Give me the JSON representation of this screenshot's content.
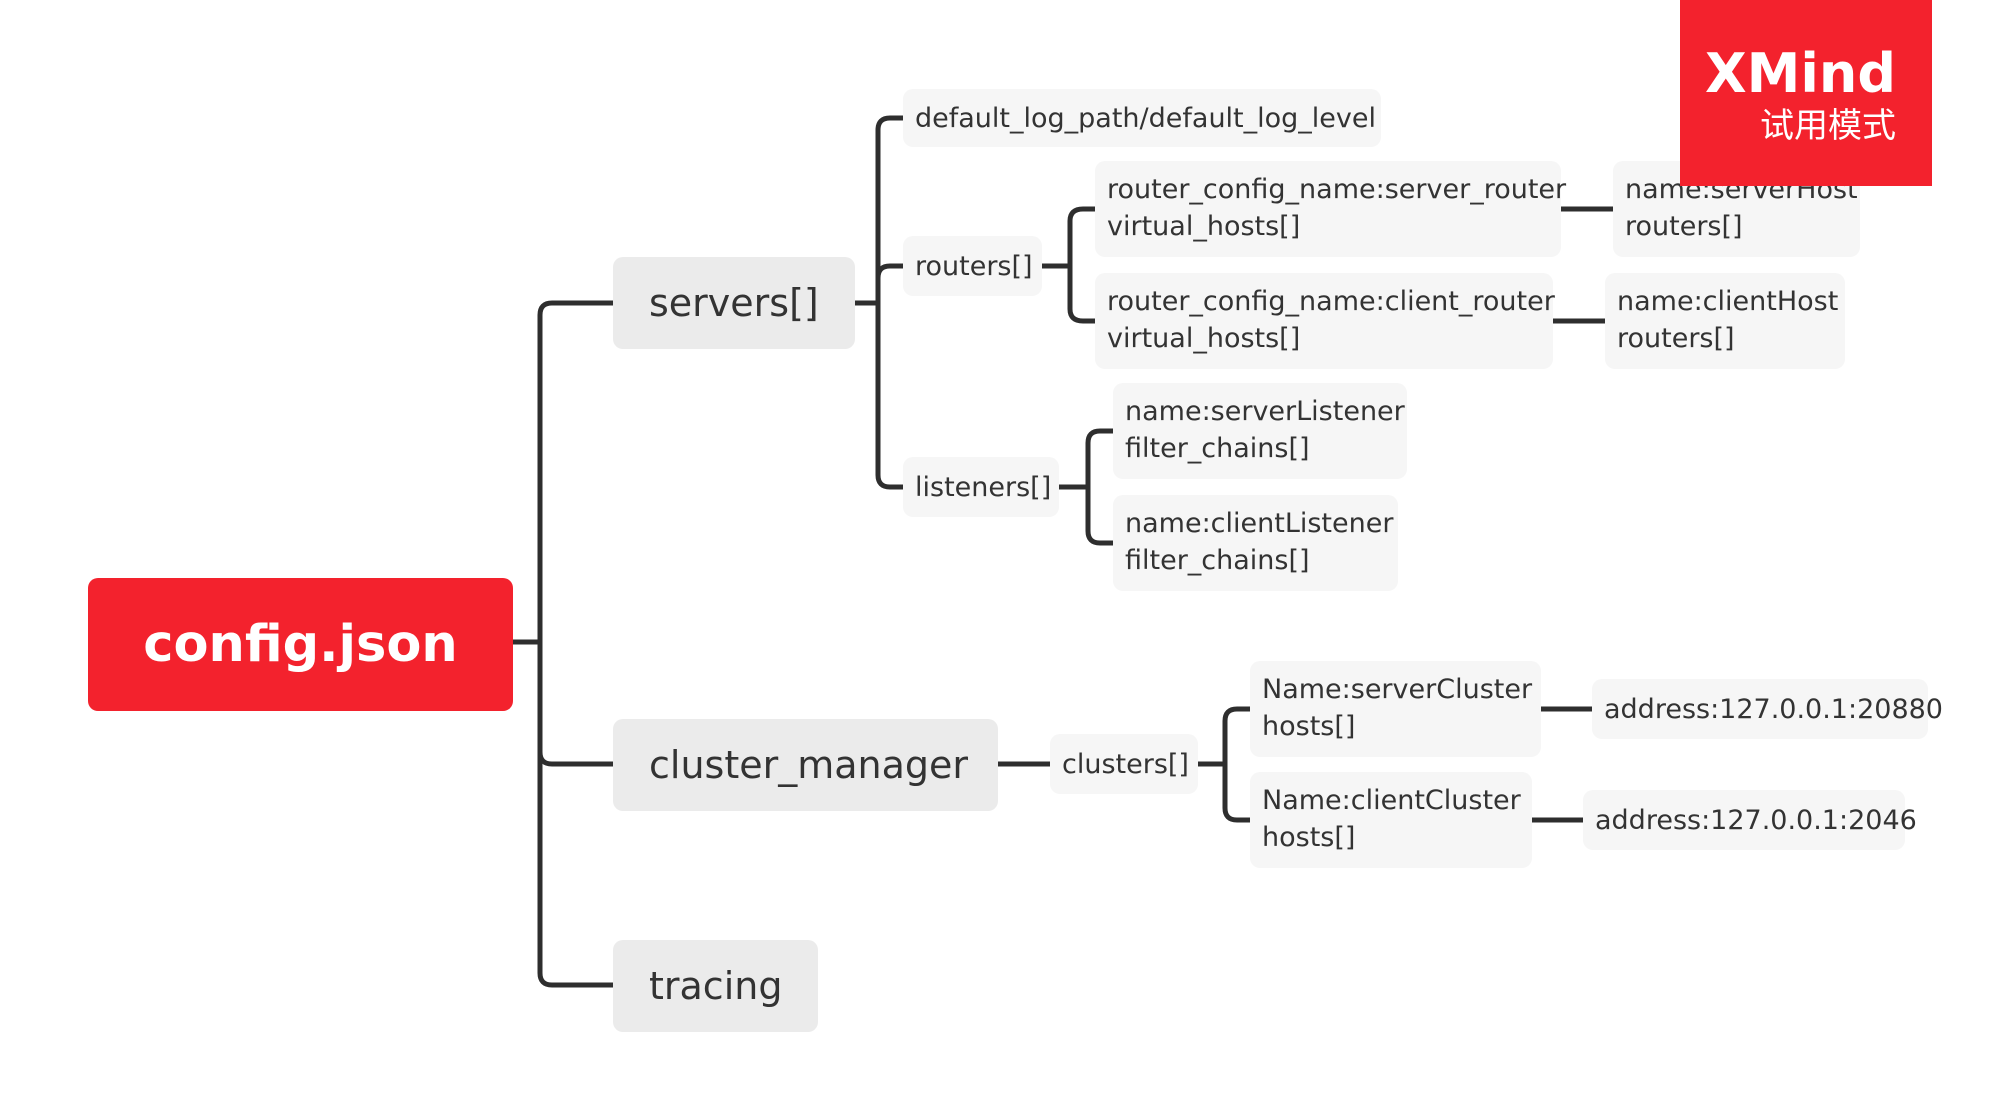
{
  "root": {
    "label": "config.json"
  },
  "servers": {
    "label": "servers[]",
    "default_log": "default_log_path/default_log_level",
    "routers": {
      "label": "routers[]",
      "server_router": {
        "line1": "router_config_name:server_router",
        "line2": "virtual_hosts[]"
      },
      "server_host": {
        "line1": "name:serverHost",
        "line2": "routers[]"
      },
      "client_router": {
        "line1": "router_config_name:client_router",
        "line2": "virtual_hosts[]"
      },
      "client_host": {
        "line1": "name:clientHost",
        "line2": "routers[]"
      }
    },
    "listeners": {
      "label": "listeners[]",
      "server_listener": {
        "line1": "name:serverListener",
        "line2": "filter_chains[]"
      },
      "client_listener": {
        "line1": "name:clientListener",
        "line2": "filter_chains[]"
      }
    }
  },
  "cluster_manager": {
    "label": "cluster_manager",
    "clusters": {
      "label": "clusters[]",
      "server_cluster": {
        "line1": "Name:serverCluster",
        "line2": "hosts[]"
      },
      "server_address": "address:127.0.0.1:20880",
      "client_cluster": {
        "line1": "Name:clientCluster",
        "line2": "hosts[]"
      },
      "client_address": "address:127.0.0.1:2046"
    }
  },
  "tracing": {
    "label": "tracing"
  },
  "watermark": {
    "title": "XMind",
    "subtitle": "试用模式",
    "color": "#f3222d"
  }
}
